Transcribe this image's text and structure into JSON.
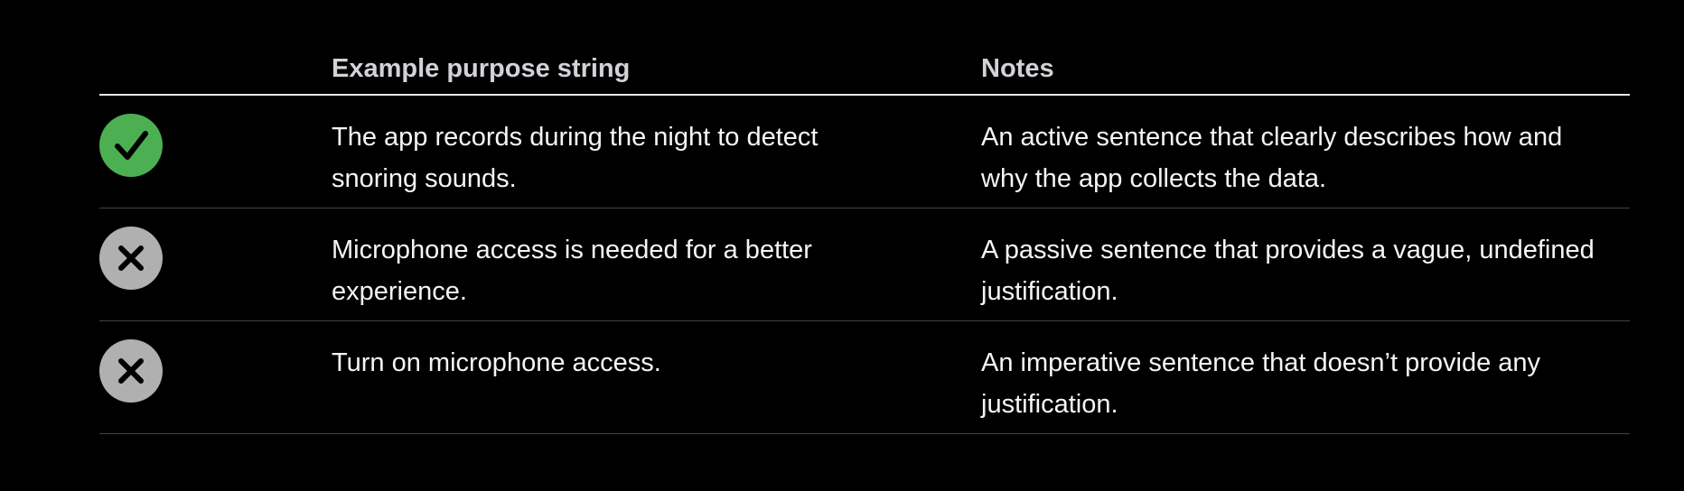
{
  "table": {
    "headers": {
      "icon": "",
      "example": "Example purpose string",
      "notes": "Notes"
    },
    "rows": [
      {
        "status": "good",
        "icon": "checkmark-icon",
        "icon_color": "#4cb053",
        "example": "The app records during the night to detect snoring sounds.",
        "notes": "An active sentence that clearly describes how and why the app collects the data."
      },
      {
        "status": "bad",
        "icon": "x-mark-icon",
        "icon_color": "#b0b0b0",
        "example": "Microphone access is needed for a better experience.",
        "notes": "A passive sentence that provides a vague, undefined justification."
      },
      {
        "status": "bad",
        "icon": "x-mark-icon",
        "icon_color": "#b0b0b0",
        "example": "Turn on microphone access.",
        "notes": "An imperative sentence that doesn’t provide any justification."
      }
    ]
  },
  "colors": {
    "background": "#000000",
    "text": "#f5f5f7",
    "header_text": "#d2d2d7",
    "good": "#4cb053",
    "bad": "#b0b0b0",
    "divider": "#424245"
  }
}
